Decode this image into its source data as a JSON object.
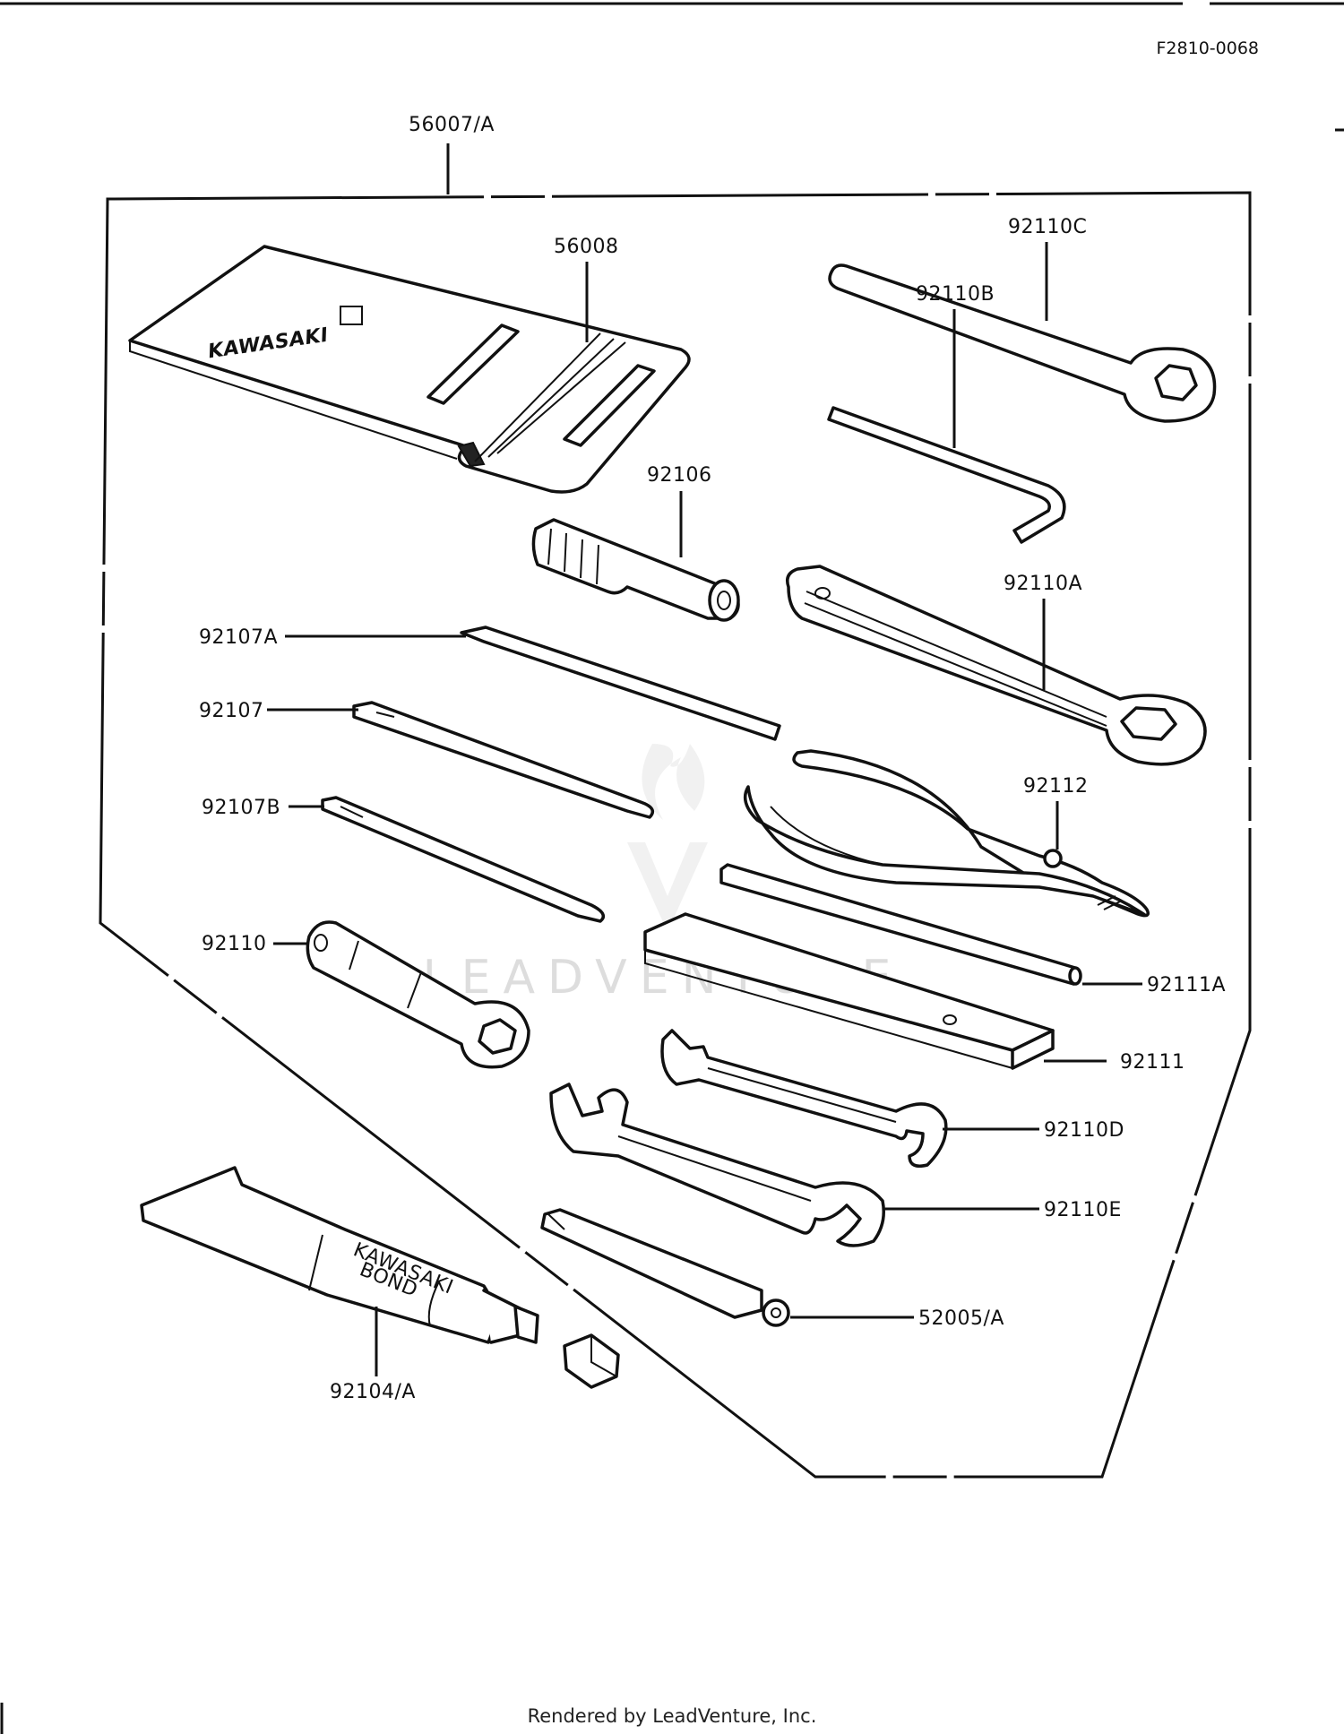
{
  "diagram": {
    "code": "F2810-0068",
    "kit_label": "56007/A",
    "watermark": "LEADVENTURE",
    "footer": "Rendered by LeadVenture, Inc.",
    "pouch_brand": "KAWASAKI",
    "tube_brand_line1": "KAWASAKI",
    "tube_brand_line2": "BOND",
    "parts": [
      {
        "id": "p56008",
        "label": "56008"
      },
      {
        "id": "p92110C",
        "label": "92110C"
      },
      {
        "id": "p92110B",
        "label": "92110B"
      },
      {
        "id": "p92106",
        "label": "92106"
      },
      {
        "id": "p92110A",
        "label": "92110A"
      },
      {
        "id": "p92107A",
        "label": "92107A"
      },
      {
        "id": "p92107",
        "label": "92107"
      },
      {
        "id": "p92112",
        "label": "92112"
      },
      {
        "id": "p92107B",
        "label": "92107B"
      },
      {
        "id": "p92110",
        "label": "92110"
      },
      {
        "id": "p92111A",
        "label": "92111A"
      },
      {
        "id": "p92111",
        "label": "92111"
      },
      {
        "id": "p92110D",
        "label": "92110D"
      },
      {
        "id": "p92110E",
        "label": "92110E"
      },
      {
        "id": "p52005A",
        "label": "52005/A"
      },
      {
        "id": "p92104A",
        "label": "92104/A"
      }
    ]
  }
}
